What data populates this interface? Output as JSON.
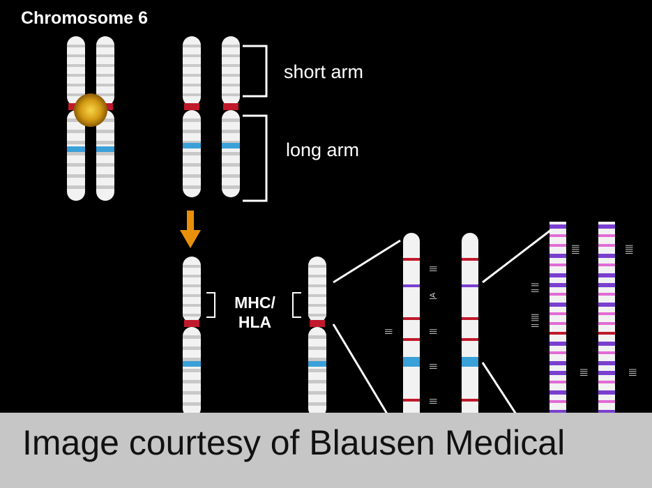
{
  "title": "Chromosome 6",
  "labels": {
    "short_arm": "short arm",
    "long_arm": "long arm",
    "mhc_line1": "MHC/",
    "mhc_line2": "HLA"
  },
  "credit": "Image courtesy of Blausen Medical",
  "colors": {
    "background": "#000000",
    "chromosome": "#f2f2f2",
    "band_gray": "#c8c8c8",
    "centromere": "#c0192b",
    "marker_blue": "#3aa0d8",
    "band_violet": "#7a3fd0",
    "band_pink": "#e26bd6",
    "band_red": "#c0192b",
    "arrow": "#e8900c",
    "centromere_glow": "#e0b420",
    "credit_bar": "#c6c6c6"
  }
}
